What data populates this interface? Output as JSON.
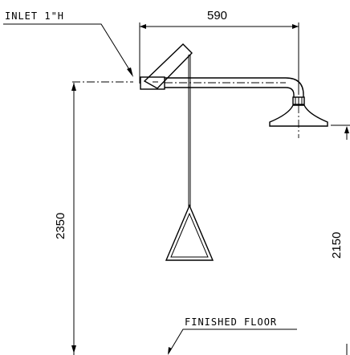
{
  "labels": {
    "inlet": "INLET 1\"H",
    "finished_floor": "FINISHED FLOOR"
  },
  "dimensions": {
    "width": "590",
    "inlet_height": "2350",
    "head_height": "2150"
  }
}
